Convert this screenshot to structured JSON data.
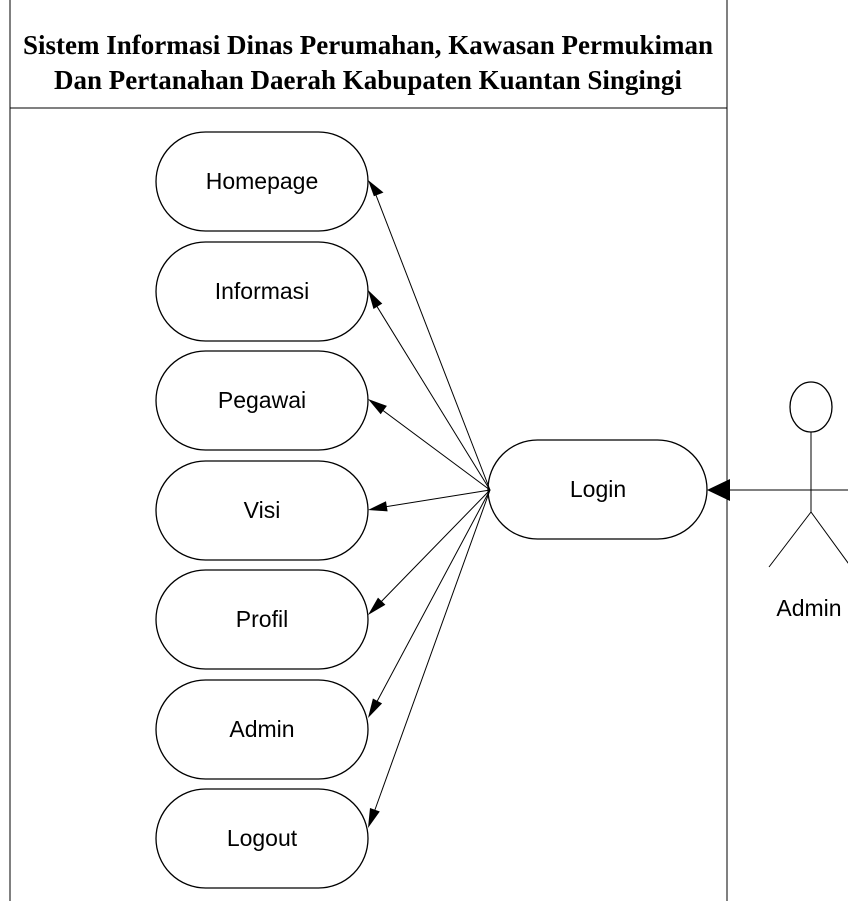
{
  "system": {
    "title_line1": "Sistem Informasi Dinas Perumahan, Kawasan Permukiman",
    "title_line2": "Dan Pertanahan Daerah Kabupaten Kuantan Singingi"
  },
  "use_cases": [
    {
      "id": "homepage",
      "label": "Homepage"
    },
    {
      "id": "informasi",
      "label": "Informasi"
    },
    {
      "id": "pegawai",
      "label": "Pegawai"
    },
    {
      "id": "visi",
      "label": "Visi"
    },
    {
      "id": "profil",
      "label": "Profil"
    },
    {
      "id": "admin",
      "label": "Admin"
    },
    {
      "id": "logout",
      "label": "Logout"
    }
  ],
  "login": {
    "label": "Login"
  },
  "actor": {
    "label": "Admin"
  }
}
